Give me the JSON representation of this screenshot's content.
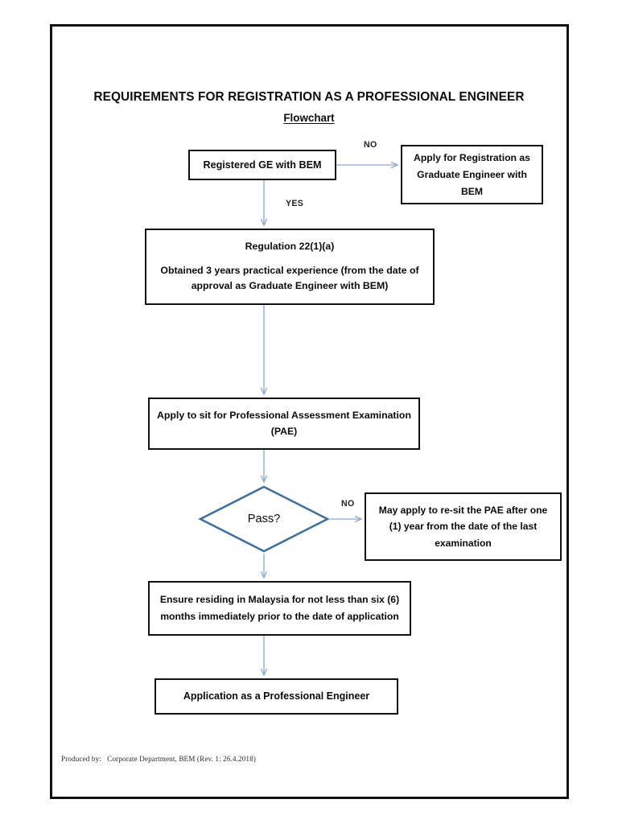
{
  "document": {
    "title": "REQUIREMENTS FOR REGISTRATION AS A PROFESSIONAL ENGINEER",
    "subtitle": "Flowchart",
    "footer": "Produced by:   Corporate Department, BEM (Rev. 1: 26.4.2018)"
  },
  "colors": {
    "page_border": "#101010",
    "box_border": "#111111",
    "diamond_border": "#41719C",
    "connector": "#8CA9CF",
    "text": "#0b0b0b",
    "background": "#ffffff"
  },
  "chart_data": {
    "type": "diagram",
    "title": "REQUIREMENTS FOR REGISTRATION AS A PROFESSIONAL ENGINEER",
    "subtitle": "Flowchart",
    "nodes": [
      {
        "id": "registered-ge",
        "shape": "process",
        "lines": [
          "Registered GE with BEM"
        ]
      },
      {
        "id": "apply-graduate",
        "shape": "process",
        "lines": [
          "Apply for Registration as",
          "Graduate Engineer with",
          "BEM"
        ]
      },
      {
        "id": "regulation22",
        "shape": "process",
        "lines": [
          "Regulation 22(1)(a)",
          "",
          "Obtained 3 years practical experience (from the date of",
          "approval as Graduate Engineer with BEM)"
        ]
      },
      {
        "id": "apply-pae",
        "shape": "process",
        "lines": [
          "Apply to sit for Professional Assessment Examination",
          "(PAE)"
        ]
      },
      {
        "id": "pass",
        "shape": "decision",
        "lines": [
          "Pass?"
        ]
      },
      {
        "id": "resit-pae",
        "shape": "process",
        "lines": [
          "May apply to re-sit the PAE after one",
          "(1) year from the date of the last",
          "examination"
        ]
      },
      {
        "id": "residing",
        "shape": "process",
        "lines": [
          "Ensure residing in Malaysia for not less than six (6)",
          "months immediately prior to the date of application"
        ]
      },
      {
        "id": "application-pe",
        "shape": "process",
        "lines": [
          "Application as a Professional Engineer"
        ]
      }
    ],
    "edges": [
      {
        "from": "registered-ge",
        "to": "apply-graduate",
        "label": "NO",
        "direction": "right"
      },
      {
        "from": "registered-ge",
        "to": "regulation22",
        "label": "YES",
        "direction": "down"
      },
      {
        "from": "regulation22",
        "to": "apply-pae",
        "label": "",
        "direction": "down"
      },
      {
        "from": "apply-pae",
        "to": "pass",
        "label": "",
        "direction": "down"
      },
      {
        "from": "pass",
        "to": "resit-pae",
        "label": "NO",
        "direction": "right"
      },
      {
        "from": "pass",
        "to": "residing",
        "label": "",
        "direction": "down"
      },
      {
        "from": "residing",
        "to": "application-pe",
        "label": "",
        "direction": "down"
      }
    ]
  },
  "nodes": {
    "registered_ge": {
      "line1": "Registered GE with BEM"
    },
    "apply_graduate": {
      "line1": "Apply for Registration as",
      "line2": "Graduate Engineer with",
      "line3": "BEM"
    },
    "regulation22": {
      "heading": "Regulation 22(1)(a)",
      "line1": "Obtained 3 years practical experience (from the date of",
      "line2": "approval as Graduate Engineer with BEM)"
    },
    "apply_pae": {
      "line1": "Apply to sit for Professional Assessment Examination",
      "line2": "(PAE)"
    },
    "pass": {
      "label": "Pass?"
    },
    "resit_pae": {
      "line1": "May apply to re-sit the PAE after one",
      "line2": "(1) year from the date of the last",
      "line3": "examination"
    },
    "residing": {
      "line1": "Ensure residing in Malaysia for not less than six (6)",
      "line2": "months immediately prior to the date of application"
    },
    "application_pe": {
      "line1": "Application as a Professional Engineer"
    }
  },
  "edge_labels": {
    "no_top": "NO",
    "yes": "YES",
    "no_pass": "NO"
  }
}
